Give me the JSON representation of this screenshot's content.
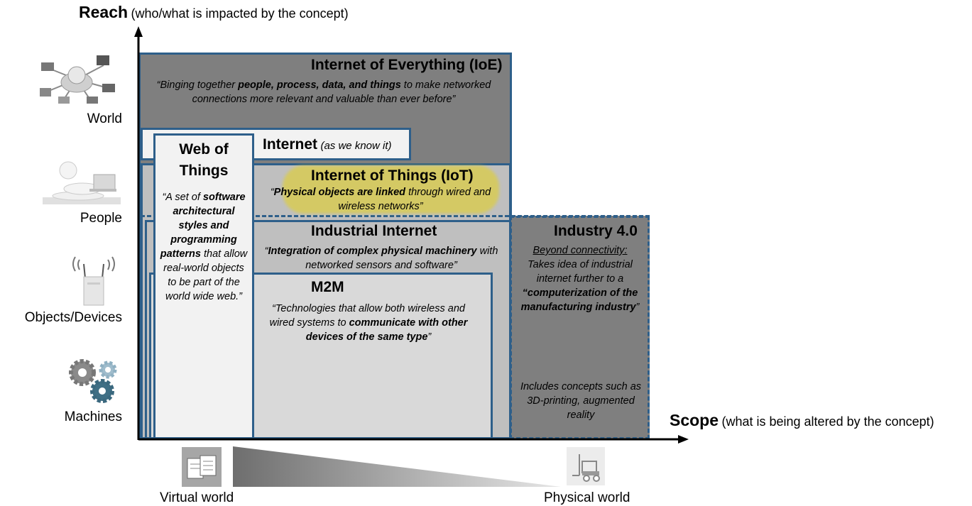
{
  "axes": {
    "y_title": "Reach",
    "y_note": "(who/what is impacted by the concept)",
    "x_title": "Scope",
    "x_note": "(what is being altered by the concept)"
  },
  "y_levels": [
    {
      "label": "World",
      "icon": "globe-network-icon"
    },
    {
      "label": "People",
      "icon": "person-laptop-icon"
    },
    {
      "label": "Objects/Devices",
      "icon": "wireless-router-icon"
    },
    {
      "label": "Machines",
      "icon": "gears-icon"
    }
  ],
  "x_ends": {
    "left_label": "Virtual world",
    "left_icon": "documents-icon",
    "right_label": "Physical world",
    "right_icon": "forklift-icon"
  },
  "concepts": {
    "ioe": {
      "title": "Internet of Everything (IoE)",
      "q1": "“Binging together ",
      "q2": "people, process, data, and things",
      "q3": " to make networked connections more relevant and valuable than ever before”"
    },
    "internet": {
      "title": "Internet",
      "note": "(as we know it)"
    },
    "wot": {
      "title": "Web of Things",
      "q1": "“A set of ",
      "q2": "software architectural styles and programming patterns",
      "q3": " that allow real-world objects to be part of the world wide web.”"
    },
    "iot": {
      "title": "Internet of Things (IoT)",
      "q1": "“",
      "q2": "Physical objects are linked",
      "q3": " through wired and wireless networks”"
    },
    "industrial": {
      "title": "Industrial Internet",
      "q1": "“",
      "q2": "Integration of complex physical machinery",
      "q3": " with networked sensors and software”"
    },
    "m2m": {
      "title": "M2M",
      "q1": "“Technologies that allow both wireless and wired systems to ",
      "q2": "communicate with other devices of the same type",
      "q3": "”"
    },
    "industry40": {
      "title": "Industry 4.0",
      "underline": "Beyond connectivity:",
      "q1": "Takes idea of industrial internet further to a ",
      "q2": "“computerization of the manufacturing industry",
      "q3": "”",
      "extra": "Includes concepts such as 3D-printing, augmented reality"
    }
  },
  "colors": {
    "ioe_fill": "#7f7f7f",
    "box_fill": "#bfbfbf",
    "light_fill": "#d9d9d9",
    "lightest_fill": "#f2f2f2",
    "border_blue": "#2e5f8a",
    "highlight": "#e6d21a"
  }
}
